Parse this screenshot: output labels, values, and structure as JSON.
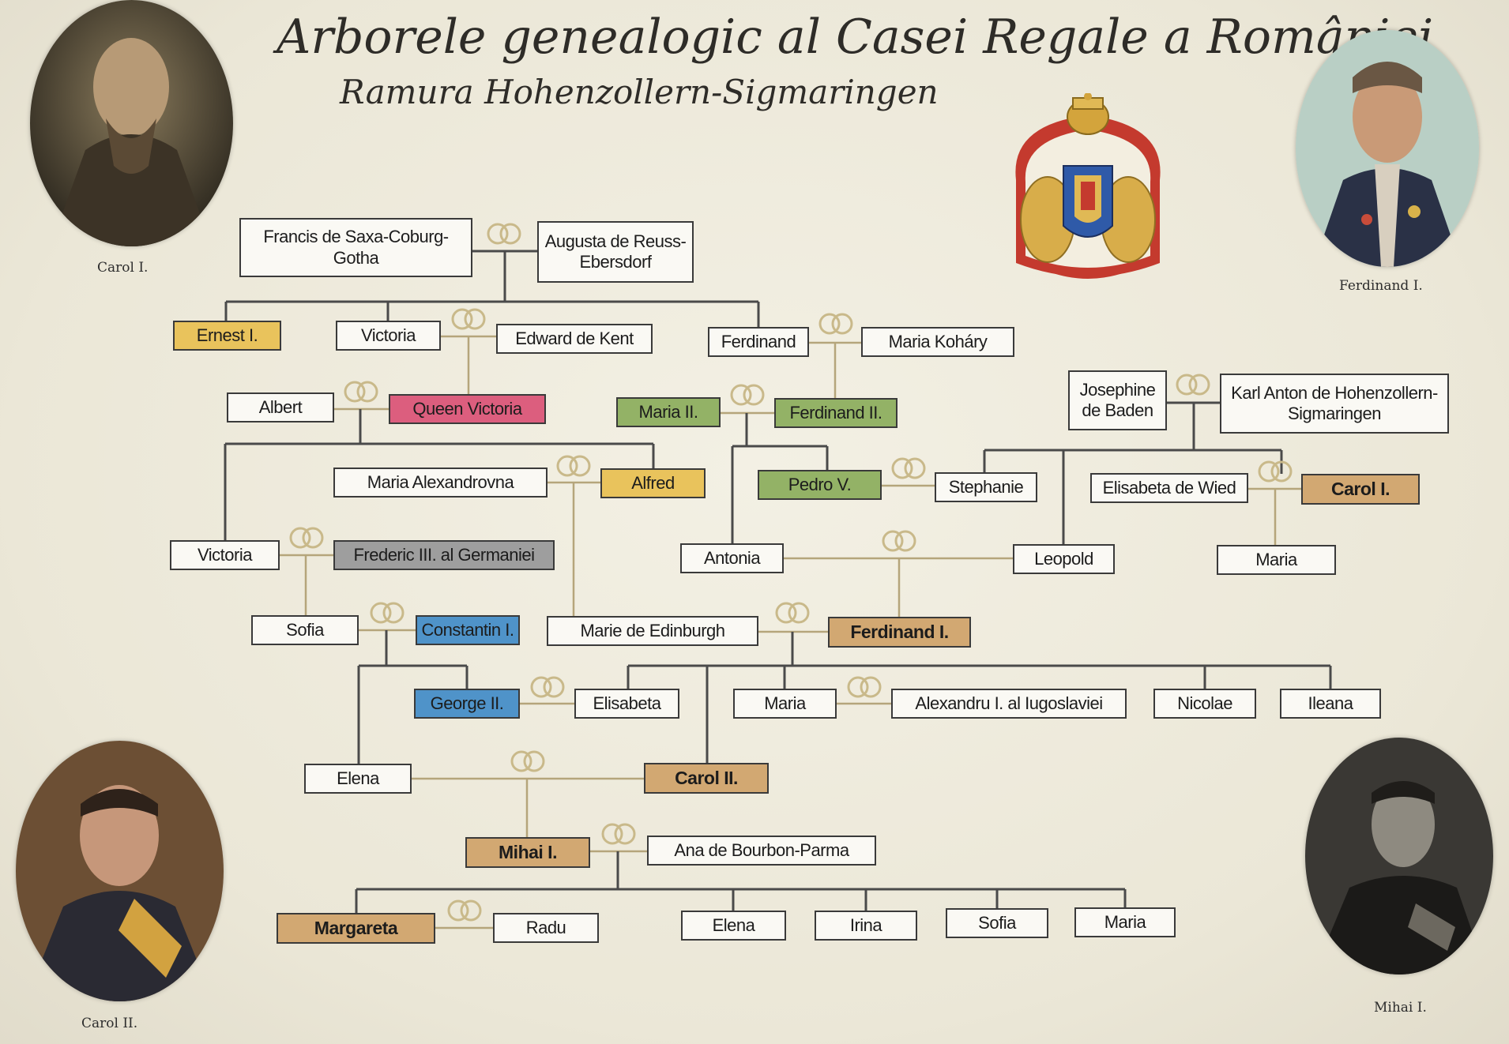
{
  "title": "Arborele genealogic al Casei Regale a României",
  "subtitle": "Ramura Hohenzollern-Sigmaringen",
  "colors": {
    "background": "#ece8d9",
    "line": "#b5a57b",
    "yellow": "#e9c35c",
    "pink": "#dc5e7e",
    "green": "#93b266",
    "gray": "#9e9e9e",
    "blue": "#4f93c9",
    "tan": "#d2a872",
    "default_box": "#faf9f4"
  },
  "icons": {
    "marriage": "wedding-rings-icon",
    "crest": "royal-coat-of-arms-icon"
  },
  "portraits": [
    {
      "id": "carol-i",
      "caption": "Carol I."
    },
    {
      "id": "ferdinand-i",
      "caption": "Ferdinand I."
    },
    {
      "id": "carol-ii",
      "caption": "Carol II."
    },
    {
      "id": "mihai-i",
      "caption": "Mihai I."
    }
  ],
  "people": [
    {
      "id": "francis",
      "label": "Francis de Saxa-Coburg-Gotha",
      "color": ""
    },
    {
      "id": "augusta",
      "label": "Augusta de Reuss-Ebersdorf",
      "color": ""
    },
    {
      "id": "ernest",
      "label": "Ernest I.",
      "color": "yellow"
    },
    {
      "id": "victoria_k",
      "label": "Victoria",
      "color": ""
    },
    {
      "id": "edward",
      "label": "Edward de Kent",
      "color": ""
    },
    {
      "id": "ferdinand_sc",
      "label": "Ferdinand",
      "color": ""
    },
    {
      "id": "maria_kohary",
      "label": "Maria Koháry",
      "color": ""
    },
    {
      "id": "josephine",
      "label": "Josephine de Baden",
      "color": ""
    },
    {
      "id": "karl_anton",
      "label": "Karl Anton de Hohenzollern-Sigmaringen",
      "color": ""
    },
    {
      "id": "albert",
      "label": "Albert",
      "color": ""
    },
    {
      "id": "queen_victoria",
      "label": "Queen Victoria",
      "color": "pink"
    },
    {
      "id": "maria_ii",
      "label": "Maria II.",
      "color": "green"
    },
    {
      "id": "ferdinand_ii",
      "label": "Ferdinand II.",
      "color": "green"
    },
    {
      "id": "maria_alexandrovna",
      "label": "Maria Alexandrovna",
      "color": ""
    },
    {
      "id": "alfred",
      "label": "Alfred",
      "color": "yellow"
    },
    {
      "id": "pedro_v",
      "label": "Pedro V.",
      "color": "green"
    },
    {
      "id": "stephanie",
      "label": "Stephanie",
      "color": ""
    },
    {
      "id": "elisabeta_wied",
      "label": "Elisabeta de Wied",
      "color": ""
    },
    {
      "id": "carol_i",
      "label": "Carol I.",
      "color": "tan"
    },
    {
      "id": "victoria_p",
      "label": "Victoria",
      "color": ""
    },
    {
      "id": "frederic_iii",
      "label": "Frederic III. al Germaniei",
      "color": "gray"
    },
    {
      "id": "antonia",
      "label": "Antonia",
      "color": ""
    },
    {
      "id": "leopold",
      "label": "Leopold",
      "color": ""
    },
    {
      "id": "maria_c",
      "label": "Maria",
      "color": ""
    },
    {
      "id": "sofia_g",
      "label": "Sofia",
      "color": ""
    },
    {
      "id": "constantin_i",
      "label": "Constantin I.",
      "color": "blue"
    },
    {
      "id": "marie_edinburgh",
      "label": "Marie de Edinburgh",
      "color": ""
    },
    {
      "id": "ferdinand_i",
      "label": "Ferdinand I.",
      "color": "tan"
    },
    {
      "id": "george_ii",
      "label": "George II.",
      "color": "blue"
    },
    {
      "id": "elisabeta",
      "label": "Elisabeta",
      "color": ""
    },
    {
      "id": "maria_f",
      "label": "Maria",
      "color": ""
    },
    {
      "id": "alexandru_i",
      "label": "Alexandru I. al Iugoslaviei",
      "color": ""
    },
    {
      "id": "nicolae",
      "label": "Nicolae",
      "color": ""
    },
    {
      "id": "ileana",
      "label": "Ileana",
      "color": ""
    },
    {
      "id": "elena_g",
      "label": "Elena",
      "color": ""
    },
    {
      "id": "carol_ii",
      "label": "Carol II.",
      "color": "tan"
    },
    {
      "id": "mihai_i",
      "label": "Mihai I.",
      "color": "tan"
    },
    {
      "id": "ana",
      "label": "Ana de Bourbon-Parma",
      "color": ""
    },
    {
      "id": "margareta",
      "label": "Margareta",
      "color": "tan"
    },
    {
      "id": "radu",
      "label": "Radu",
      "color": ""
    },
    {
      "id": "elena_m",
      "label": "Elena",
      "color": ""
    },
    {
      "id": "irina",
      "label": "Irina",
      "color": ""
    },
    {
      "id": "sofia_m",
      "label": "Sofia",
      "color": ""
    },
    {
      "id": "maria_m",
      "label": "Maria",
      "color": ""
    }
  ]
}
